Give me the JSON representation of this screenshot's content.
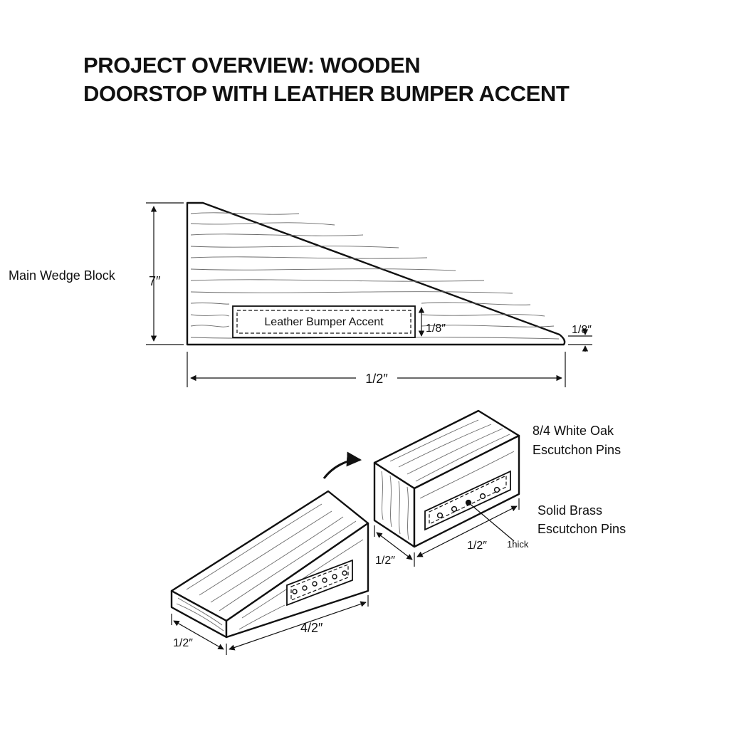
{
  "title": {
    "line1": "PROJECT OVERVIEW: WOODEN",
    "line2": "DOORSTOP WITH LEATHER BUMPER ACCENT"
  },
  "side_view": {
    "main_label": "Main Wedge Block",
    "height_label": "7″",
    "accent_label": "Leather Bumper Accent",
    "accent_height_label": "1/8″",
    "tip_label": "1/8″",
    "length_label": "1/2″"
  },
  "iso_views": {
    "wedge_width_label": "1/2″",
    "wedge_length_label": "4/2″",
    "block_material_label_1": "8/4 White Oak",
    "block_material_label_2": "Escutchon Pins",
    "pins_label_1": "Solid Brass",
    "pins_label_2": "Escutchon Pins",
    "block_length_label": "1/2″",
    "block_thick_label": "1hick",
    "block_width_label": "1/2″"
  },
  "colors": {
    "ink": "#111111",
    "grain": "#6b6b6b",
    "paper": "#ffffff"
  }
}
